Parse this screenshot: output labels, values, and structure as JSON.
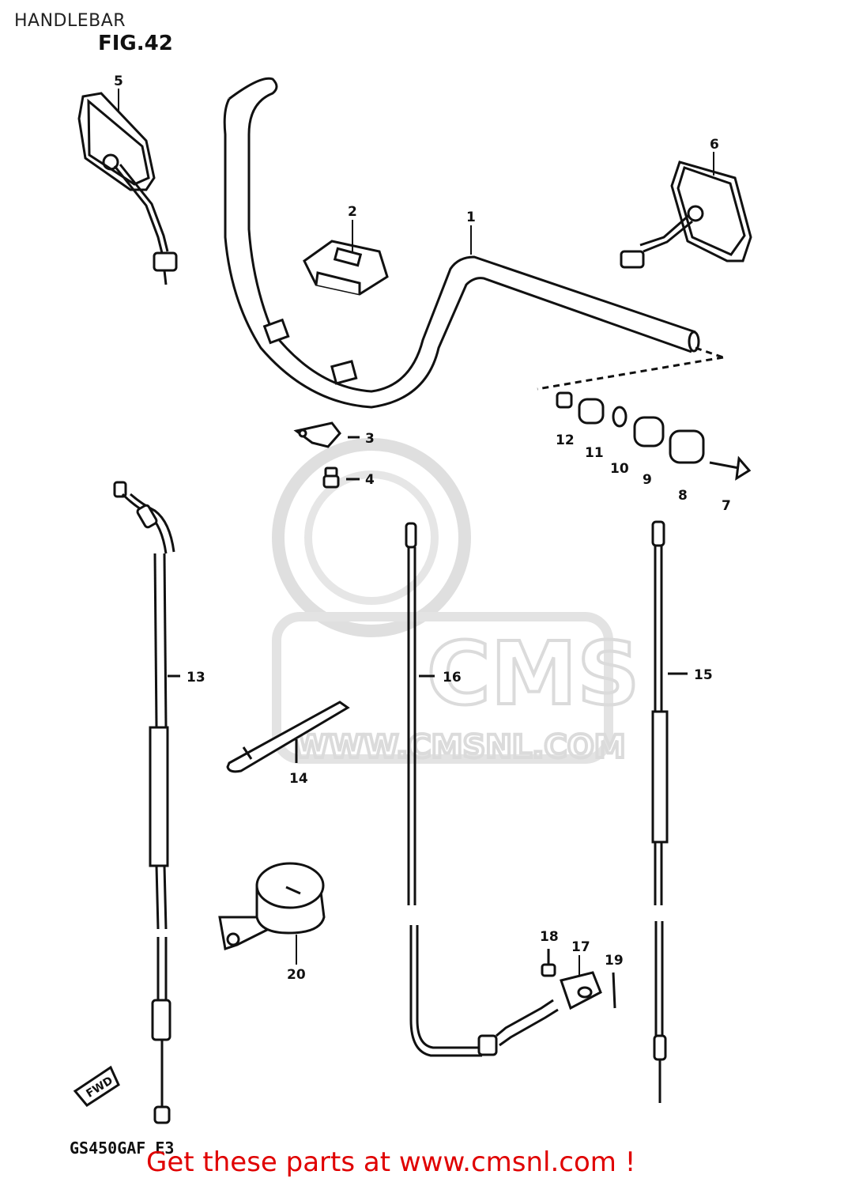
{
  "header": {
    "title": "HANDLEBAR"
  },
  "figure": {
    "label": "FIG.42"
  },
  "watermark": {
    "brand": "CMS",
    "url": "WWW.CMSNL.COM"
  },
  "fwd_arrow": {
    "label": "FWD"
  },
  "footer": {
    "model_code": "GS450GAF E3",
    "cta": "Get these parts at www.cmsnl.com !"
  },
  "callouts": [
    "1",
    "2",
    "3",
    "4",
    "5",
    "6",
    "7",
    "8",
    "9",
    "10",
    "11",
    "12",
    "13",
    "14",
    "15",
    "16",
    "17",
    "18",
    "19",
    "20"
  ],
  "colors": {
    "line": "#111111",
    "cta": "#e00000",
    "watermark": "#d8d8d8"
  }
}
